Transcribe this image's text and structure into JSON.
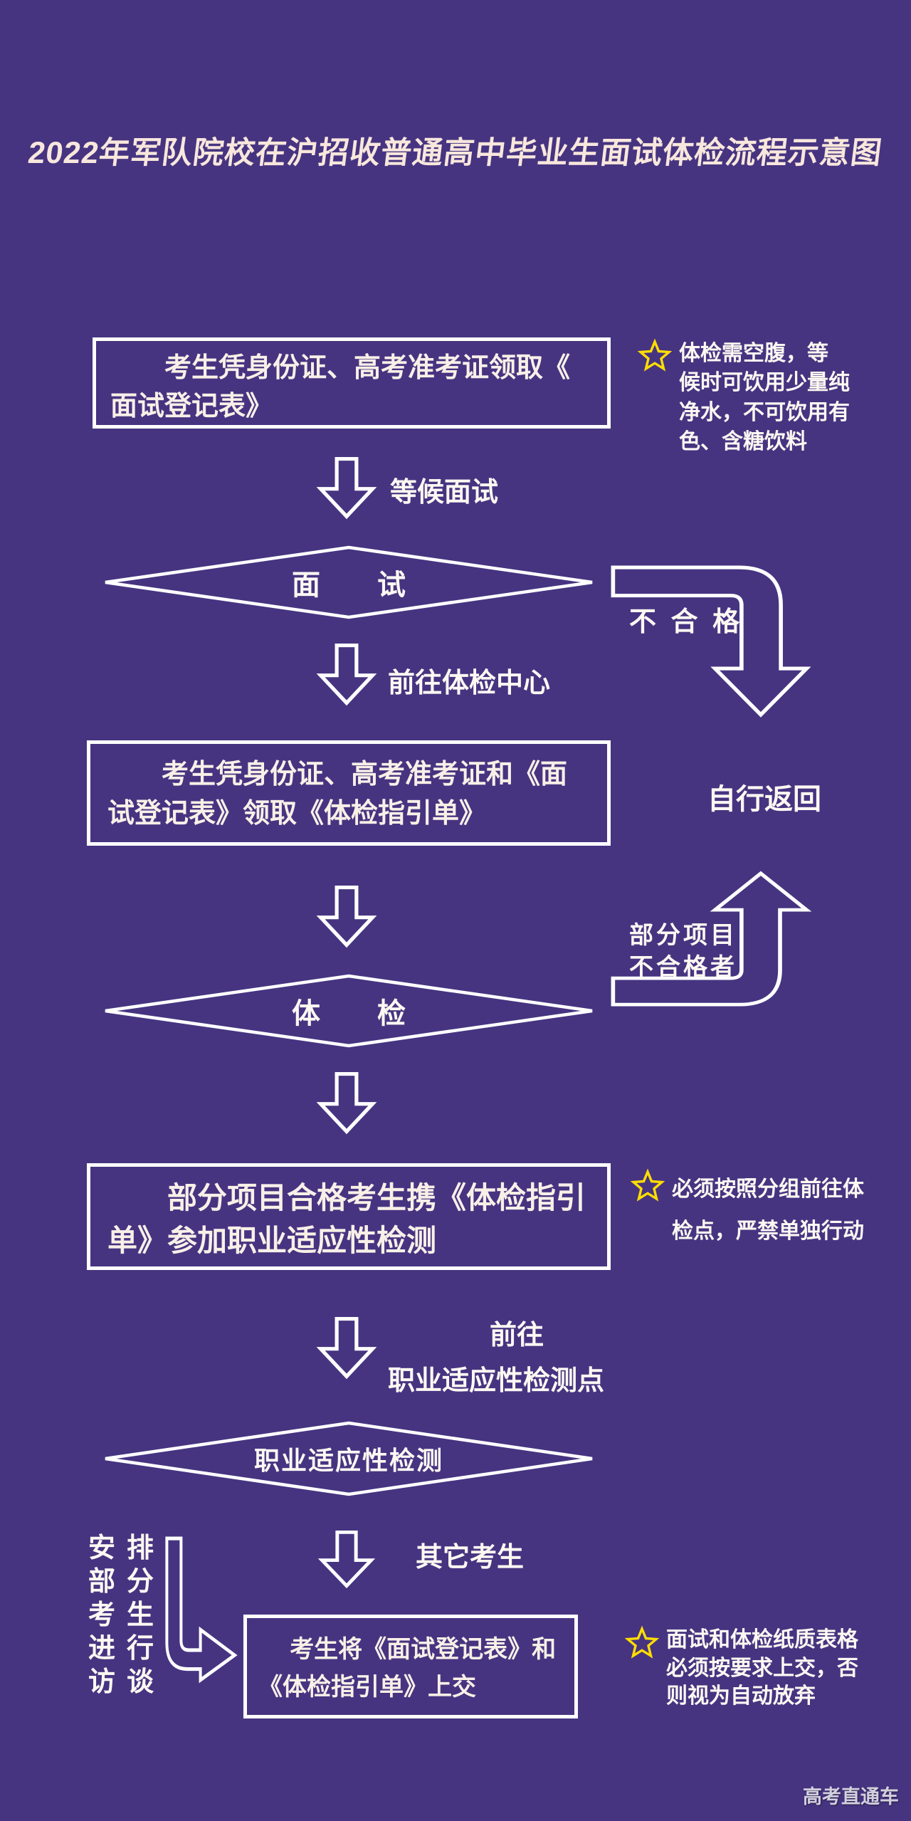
{
  "title": "2022年军队院校在沪招收普通高中毕业生面试体检流程示意图",
  "colors": {
    "background": "#463481",
    "line": "#ffffff",
    "title_text": "#f8e7dc",
    "star": "#ffdd00"
  },
  "steps": {
    "box1_lines": [
      "考生凭身份证、高考准考证领取《",
      "面试登记表》"
    ],
    "box2_lines": [
      "考生凭身份证、高考准考证和《面",
      "试登记表》领取《体检指引单》"
    ],
    "box3_lines": [
      "部分项目合格考生携《体检指引",
      "单》参加职业适应性检测"
    ],
    "box4_lines": [
      "考生将《面试登记表》和",
      "《体检指引单》上交"
    ],
    "diamond_interview": "面　　试",
    "diamond_physical": "体　　检",
    "diamond_aptitude": "职业适应性检测"
  },
  "labels": {
    "wait_interview": "等候面试",
    "fail": "不 合 格",
    "go_center": "前往体检中心",
    "self_return": "自行返回",
    "partial_fail_line1": "部分项目",
    "partial_fail_line2": "不合格者",
    "go_to": "前往",
    "aptitude_point": "职业适应性检测点",
    "other_candidates": "其它考生",
    "interview_rows": [
      "安排",
      "部分",
      "考生",
      "进行",
      "访谈"
    ]
  },
  "notes": {
    "fasting_lines": [
      "体检需空腹，等",
      "候时可饮用少量纯",
      "净水，不可饮用有",
      "色、含糖饮料"
    ],
    "group_lines": [
      "必须按照分组前往体",
      "检点，严禁单独行动"
    ],
    "submit_lines": [
      "面试和体检纸质表格",
      "必须按要求上交，否",
      "则视为自动放弃"
    ]
  },
  "watermark": "高考直通车"
}
